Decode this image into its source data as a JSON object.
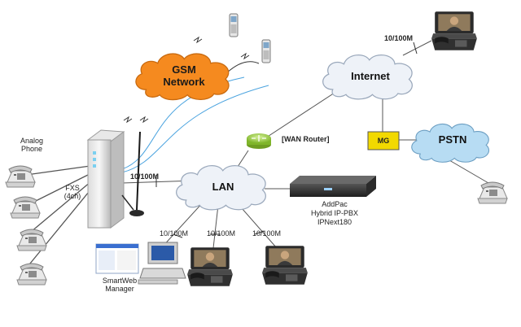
{
  "colors": {
    "gsm_cloud": "#f58a1f",
    "gsm_cloud_edge": "#c86a10",
    "net_cloud": "#e8eef6",
    "net_cloud_edge": "#9aa8bb",
    "pstn_cloud": "#b7dcf3",
    "pstn_cloud_edge": "#6b9ec2",
    "mg_box": "#f2d900",
    "router": "#9fd24a",
    "link": "#555555",
    "gsm_wave": "#4aa3df"
  },
  "clouds": {
    "gsm_line1": "GSM",
    "gsm_line2": "Network",
    "internet": "Internet",
    "lan": "LAN",
    "pstn": "PSTN"
  },
  "labels": {
    "analog_phone_line1": "Analog",
    "analog_phone_line2": "Phone",
    "fxs_line1": "FXS",
    "fxs_line2": "(4ch)",
    "speed_gateway": "10/100M",
    "speed_internet": "10/100M",
    "speed_lan_1": "10/100M",
    "speed_lan_2": "10/100M",
    "speed_lan_3": "10/100M",
    "wan_router": "[WAN Router]",
    "mg": "MG",
    "pbx_brand": "AddPac",
    "pbx_line1": "Hybrid IP-PBX",
    "pbx_line2": "IPNext180",
    "manager_line1": "SmartWeb",
    "manager_line2": "Manager"
  },
  "icons": {
    "gateway": "gateway-device-icon",
    "antenna": "antenna-icon",
    "mobile_phone": "mobile-phone-icon",
    "analog_phone": "analog-phone-icon",
    "video_phone": "video-phone-icon",
    "router": "router-icon",
    "ip_pbx": "ip-pbx-icon",
    "computer": "computer-icon"
  }
}
